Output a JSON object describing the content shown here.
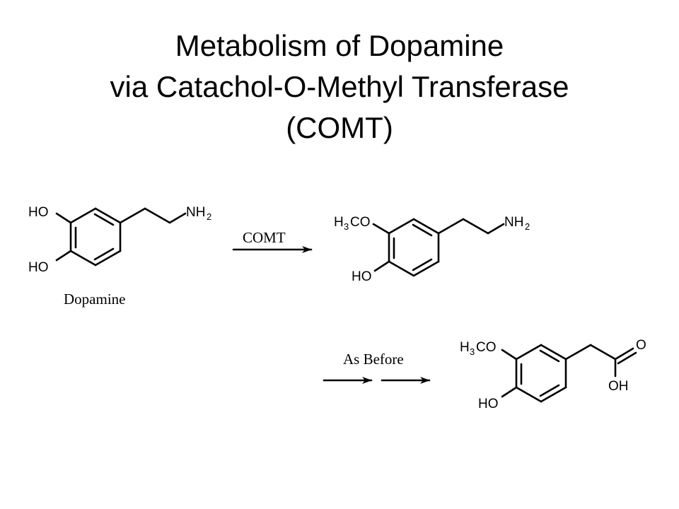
{
  "title": {
    "line1": "Metabolism of Dopamine",
    "line2": "via Catachol-O-Methyl Transferase",
    "line3": "(COMT)"
  },
  "dopamine": {
    "name": "Dopamine",
    "ho_top": "HO",
    "ho_bottom": "HO",
    "amine": "NH",
    "amine_sub": "2"
  },
  "step1": {
    "enzyme": "COMT"
  },
  "methoxytyramine": {
    "methoxy_h": "H",
    "methoxy_sub": "3",
    "methoxy_rest": "CO",
    "hydroxy": "HO",
    "amine": "NH",
    "amine_sub": "2"
  },
  "step2": {
    "label": "As Before"
  },
  "hva": {
    "methoxy_h": "H",
    "methoxy_sub": "3",
    "methoxy_rest": "CO",
    "hydroxy": "HO",
    "carbonyl_o": "O",
    "acid_oh": "OH"
  }
}
